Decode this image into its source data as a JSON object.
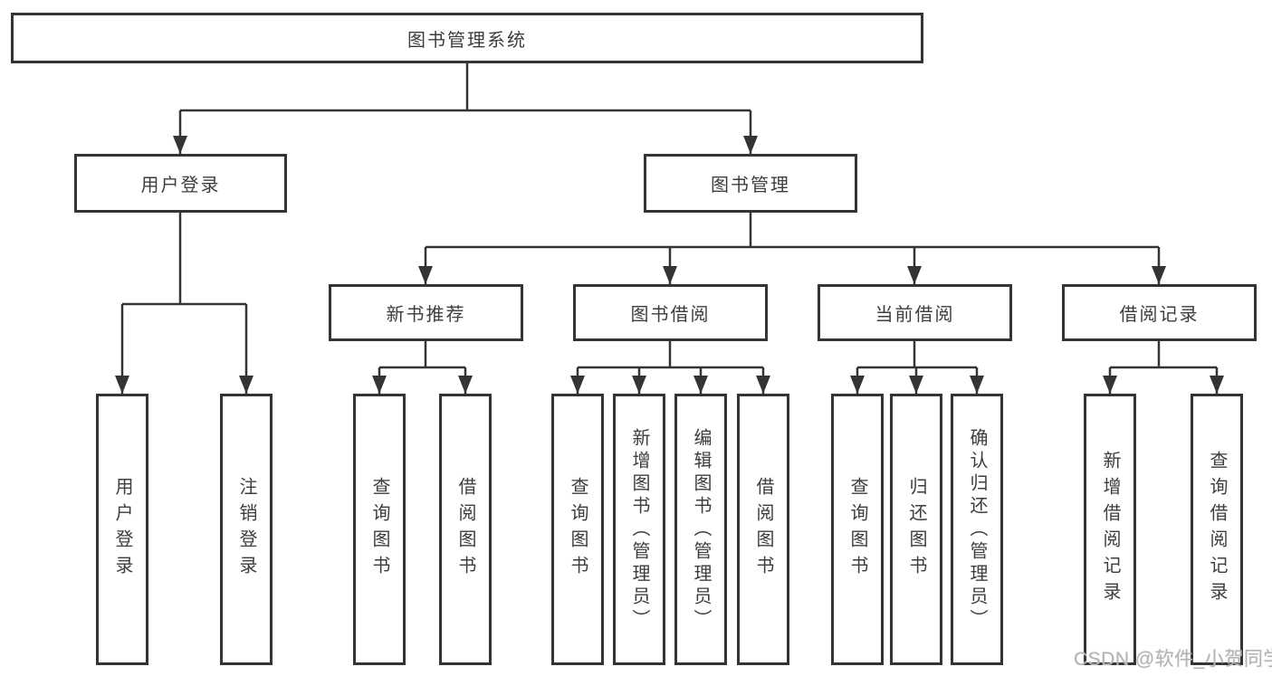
{
  "diagram": {
    "title": "图书管理系统",
    "root": {
      "label": "图书管理系统"
    },
    "level2": {
      "user_login": {
        "label": "用户登录"
      },
      "book_management": {
        "label": "图书管理"
      }
    },
    "level3": {
      "new_book_recommend": {
        "label": "新书推荐"
      },
      "book_borrow": {
        "label": "图书借阅"
      },
      "current_borrow": {
        "label": "当前借阅"
      },
      "borrow_records": {
        "label": "借阅记录"
      }
    },
    "leaves": {
      "user_login": {
        "label": "用户登录"
      },
      "logout": {
        "label": "注销登录"
      },
      "query_books_a": {
        "label": "查询图书"
      },
      "borrow_books_a": {
        "label": "借阅图书"
      },
      "query_books_b": {
        "label": "查询图书"
      },
      "add_book_admin": {
        "label": "新增图书（管理员）"
      },
      "edit_book_admin": {
        "label": "编辑图书（管理员）"
      },
      "borrow_books_b": {
        "label": "借阅图书"
      },
      "query_books_c": {
        "label": "查询图书"
      },
      "return_books": {
        "label": "归还图书"
      },
      "confirm_return_admin": {
        "label": "确认归还（管理员）"
      },
      "add_borrow_record": {
        "label": "新增借阅记录"
      },
      "query_borrow_record": {
        "label": "查询借阅记录"
      }
    }
  },
  "watermark": {
    "text": "CSDN @软件_小贺同学"
  },
  "colors": {
    "line": "#343434",
    "box_border": "#343434",
    "box_background": "#ffffff",
    "text": "#3d3d3d",
    "watermark": "#b3b3b3"
  }
}
